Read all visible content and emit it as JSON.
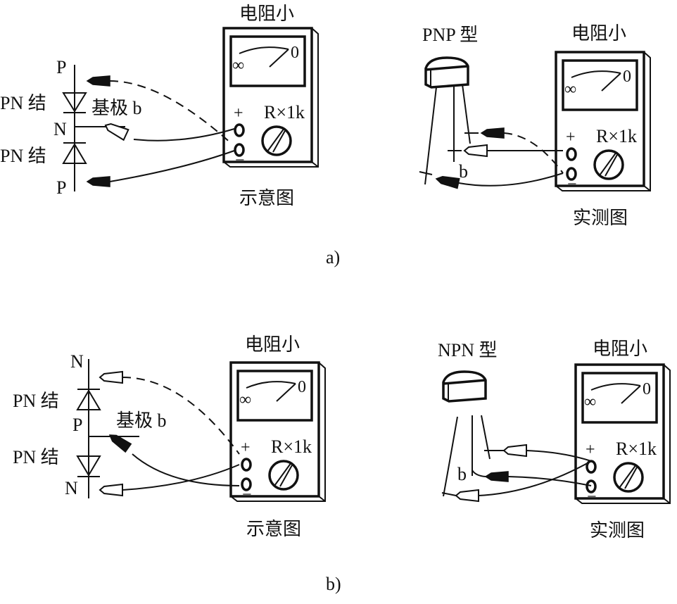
{
  "figure": {
    "panel_a": {
      "caption": "a)",
      "schematic": {
        "top_region": "P",
        "middle_region": "N",
        "bottom_region": "P",
        "junction_top_label": "PN 结",
        "junction_bottom_label": "PN 结",
        "base_label": "基极 b",
        "meter_title": "电阻小",
        "meter_caption": "示意图",
        "range_label": "R×1k",
        "plus_label": "+",
        "minus_label": "−",
        "inf_label": "∞",
        "zero_label": "0"
      },
      "actual": {
        "type_label": "PNP 型",
        "base_label": "b",
        "meter_title": "电阻小",
        "meter_caption": "实测图",
        "range_label": "R×1k",
        "plus_label": "+",
        "minus_label": "−",
        "inf_label": "∞",
        "zero_label": "0"
      }
    },
    "panel_b": {
      "caption": "b)",
      "schematic": {
        "top_region": "N",
        "middle_region": "P",
        "bottom_region": "N",
        "junction_top_label": "PN 结",
        "junction_bottom_label": "PN 结",
        "base_label": "基极 b",
        "meter_title": "电阻小",
        "meter_caption": "示意图",
        "range_label": "R×1k",
        "plus_label": "+",
        "minus_label": "−",
        "inf_label": "∞",
        "zero_label": "0"
      },
      "actual": {
        "type_label": "NPN 型",
        "base_label": "b",
        "meter_title": "电阻小",
        "meter_caption": "实测图",
        "range_label": "R×1k",
        "plus_label": "+",
        "minus_label": "−",
        "inf_label": "∞",
        "zero_label": "0"
      }
    }
  }
}
